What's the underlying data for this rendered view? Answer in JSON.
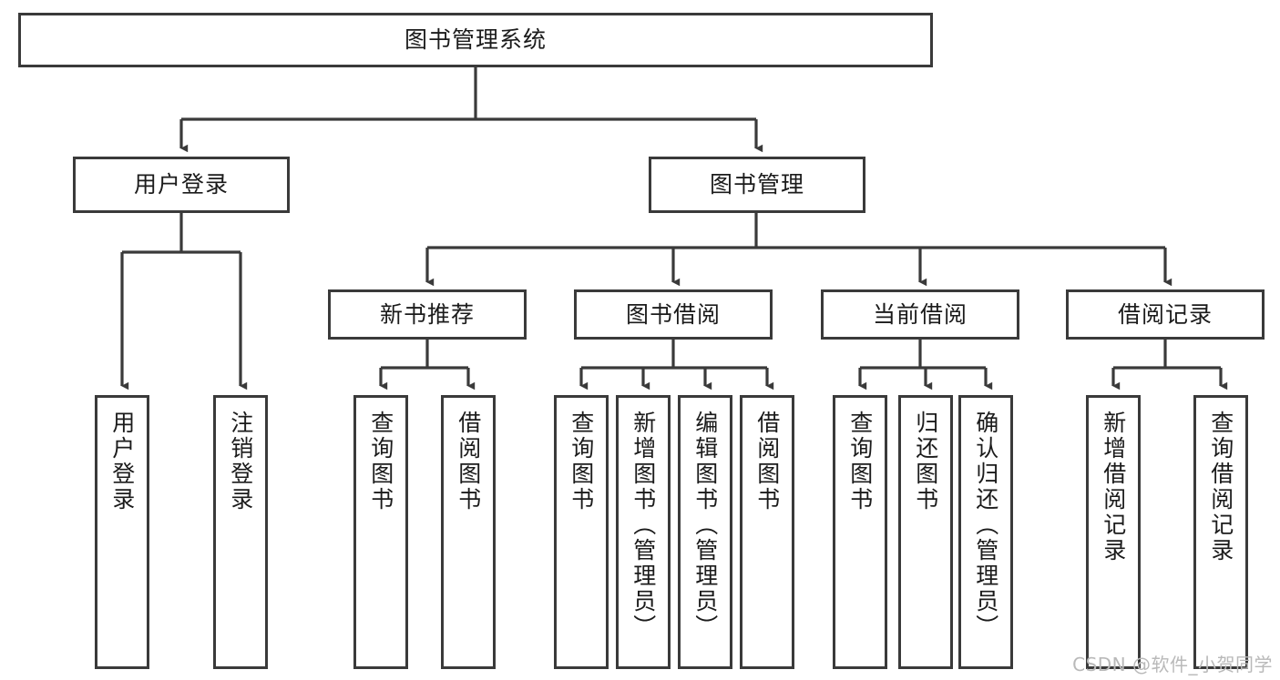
{
  "diagram": {
    "title": "图书管理系统",
    "type": "tree",
    "orientation": "top-down",
    "line_color": "#3a3a3a",
    "box_fill": "#ffffff",
    "text_color": "#1b1b1b",
    "root": {
      "label": "图书管理系统",
      "level": 0
    },
    "level1": [
      {
        "label": "用户登录"
      },
      {
        "label": "图书管理"
      }
    ],
    "level2": [
      {
        "label": "新书推荐"
      },
      {
        "label": "图书借阅"
      },
      {
        "label": "当前借阅"
      },
      {
        "label": "借阅记录"
      }
    ],
    "leaves": {
      "user_login": [
        {
          "label": "用户登录"
        },
        {
          "label": "注销登录"
        }
      ],
      "new_book_recommend": [
        {
          "label": "查询图书"
        },
        {
          "label": "借阅图书"
        }
      ],
      "book_borrow": [
        {
          "label": "查询图书"
        },
        {
          "label": "新增图书（管理员）"
        },
        {
          "label": "编辑图书（管理员）"
        },
        {
          "label": "借阅图书"
        }
      ],
      "current_borrow": [
        {
          "label": "查询图书"
        },
        {
          "label": "归还图书"
        },
        {
          "label": "确认归还（管理员）"
        }
      ],
      "borrow_record": [
        {
          "label": "新增借阅记录"
        },
        {
          "label": "查询借阅记录"
        }
      ]
    }
  },
  "watermark": {
    "text": "CSDN @软件_小贺同学"
  }
}
